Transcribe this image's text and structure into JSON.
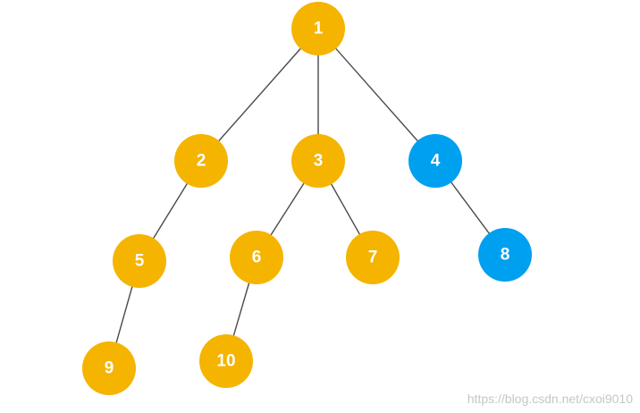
{
  "colors": {
    "default_node": "#f5b400",
    "highlight_node": "#00a0f0",
    "edge": "#4a4a4a",
    "label": "#ffffff"
  },
  "tree": {
    "nodes": [
      {
        "id": "1",
        "label": "1",
        "highlighted": false
      },
      {
        "id": "2",
        "label": "2",
        "highlighted": false
      },
      {
        "id": "3",
        "label": "3",
        "highlighted": false
      },
      {
        "id": "4",
        "label": "4",
        "highlighted": true
      },
      {
        "id": "5",
        "label": "5",
        "highlighted": false
      },
      {
        "id": "6",
        "label": "6",
        "highlighted": false
      },
      {
        "id": "7",
        "label": "7",
        "highlighted": false
      },
      {
        "id": "8",
        "label": "8",
        "highlighted": true
      },
      {
        "id": "9",
        "label": "9",
        "highlighted": false
      },
      {
        "id": "10",
        "label": "10",
        "highlighted": false
      }
    ],
    "edges": [
      [
        "1",
        "2"
      ],
      [
        "1",
        "3"
      ],
      [
        "1",
        "4"
      ],
      [
        "2",
        "5"
      ],
      [
        "3",
        "6"
      ],
      [
        "3",
        "7"
      ],
      [
        "4",
        "8"
      ],
      [
        "5",
        "9"
      ],
      [
        "6",
        "10"
      ]
    ]
  },
  "watermark": "https://blog.csdn.net/cxoi9010"
}
